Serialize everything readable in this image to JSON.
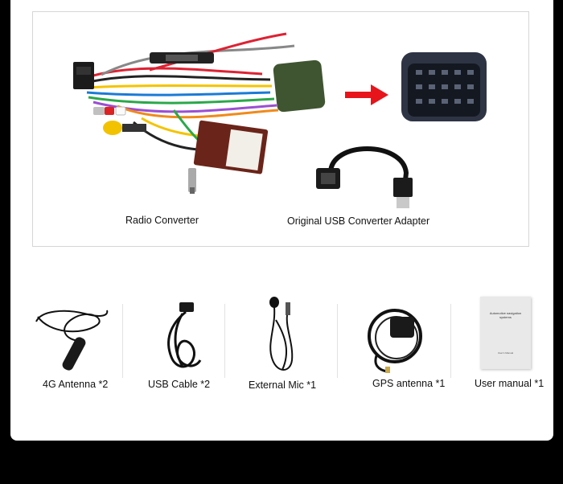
{
  "top_section": {
    "radio_converter_label": "Radio Converter",
    "usb_adapter_label": "Original USB Converter Adapter"
  },
  "accessories": [
    {
      "label": "4G Antenna *2",
      "icon": "antenna-icon"
    },
    {
      "label": "USB Cable *2",
      "icon": "usb-cable-icon"
    },
    {
      "label": "External Mic *1",
      "icon": "microphone-icon"
    },
    {
      "label": "GPS antenna *1",
      "icon": "gps-antenna-icon"
    },
    {
      "label": "User manual *1",
      "icon": "manual-icon"
    }
  ],
  "manual_cover": {
    "title": "Automotive navigation systems",
    "subtitle": "User's Manual"
  },
  "colors": {
    "background": "#000000",
    "card": "#ffffff",
    "arrow": "#e8141b"
  }
}
